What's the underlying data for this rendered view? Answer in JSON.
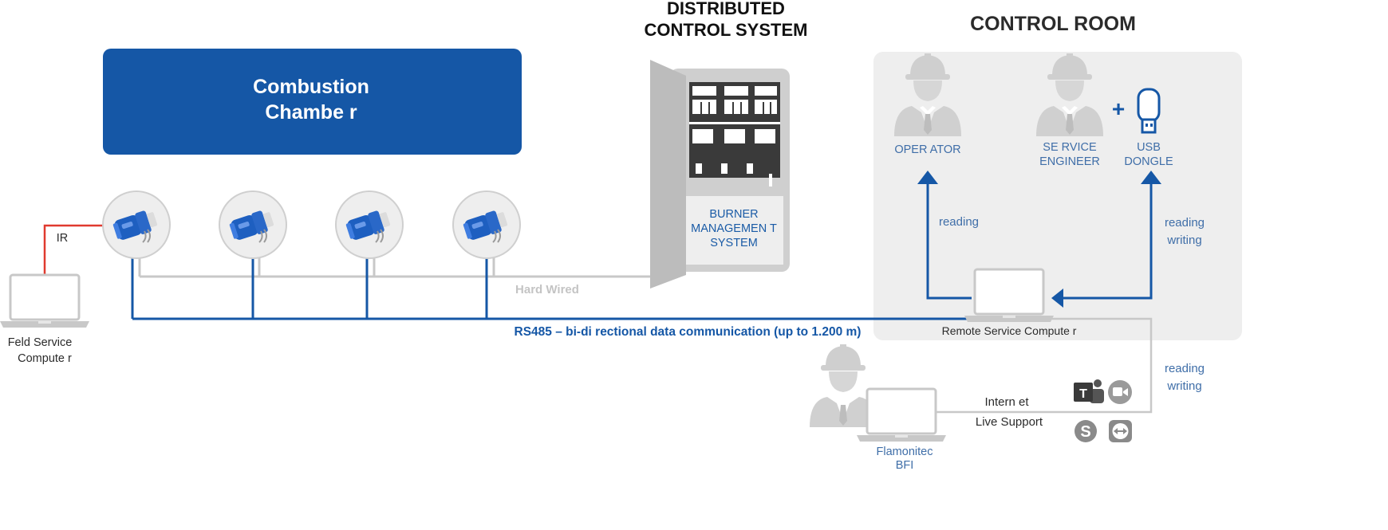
{
  "colors": {
    "blue": "#1557a6",
    "dark_blue": "#1a5ba6",
    "gray": "#c8c8c8",
    "light_gray": "#eeeeee",
    "red": "#e03a2f",
    "text_dark": "#2b2b2b",
    "text_blue": "#3f6ea8"
  },
  "combustion_chamber": {
    "line1": "Combustion",
    "line2": "Chambe r"
  },
  "dcs": {
    "title_line1": "DISTRIBUTED",
    "title_line2": "CONTROL SYSTEM",
    "bms_line1": "BURNER",
    "bms_line2": "MANAGEMEN T",
    "bms_line3": "SYSTEM"
  },
  "control_room": {
    "title": "CONTROL ROOM",
    "operator": "OPER ATOR",
    "service_line1": "SE RVICE",
    "service_line2": "ENGINEER",
    "plus": "+",
    "usb_line1": "USB",
    "usb_line2": "DONGLE",
    "reading_left": "reading",
    "reading_right": "reading",
    "writing_right": "writing",
    "remote_computer": "Remote Service Compute   r"
  },
  "field_computer": {
    "line1": "Feld Service",
    "line2": "Compute r",
    "ir_label": "IR"
  },
  "connections": {
    "hard_wired": "Hard Wired",
    "rs485": "RS485 – bi-di rectional data communication (up to 1.200 m)",
    "internet_reading": "reading",
    "internet_writing": "writing",
    "internet": "Intern et",
    "live_support": "Live Support"
  },
  "flamonitec": {
    "line1": "Flamonitec",
    "line2": "BFI"
  },
  "icons": [
    "flame-scanner-icon",
    "operator-icon",
    "service-engineer-icon",
    "usb-dongle-icon",
    "laptop-icon",
    "teams-icon",
    "zoom-icon",
    "skype-icon",
    "teamviewer-icon",
    "cabinet-icon"
  ]
}
